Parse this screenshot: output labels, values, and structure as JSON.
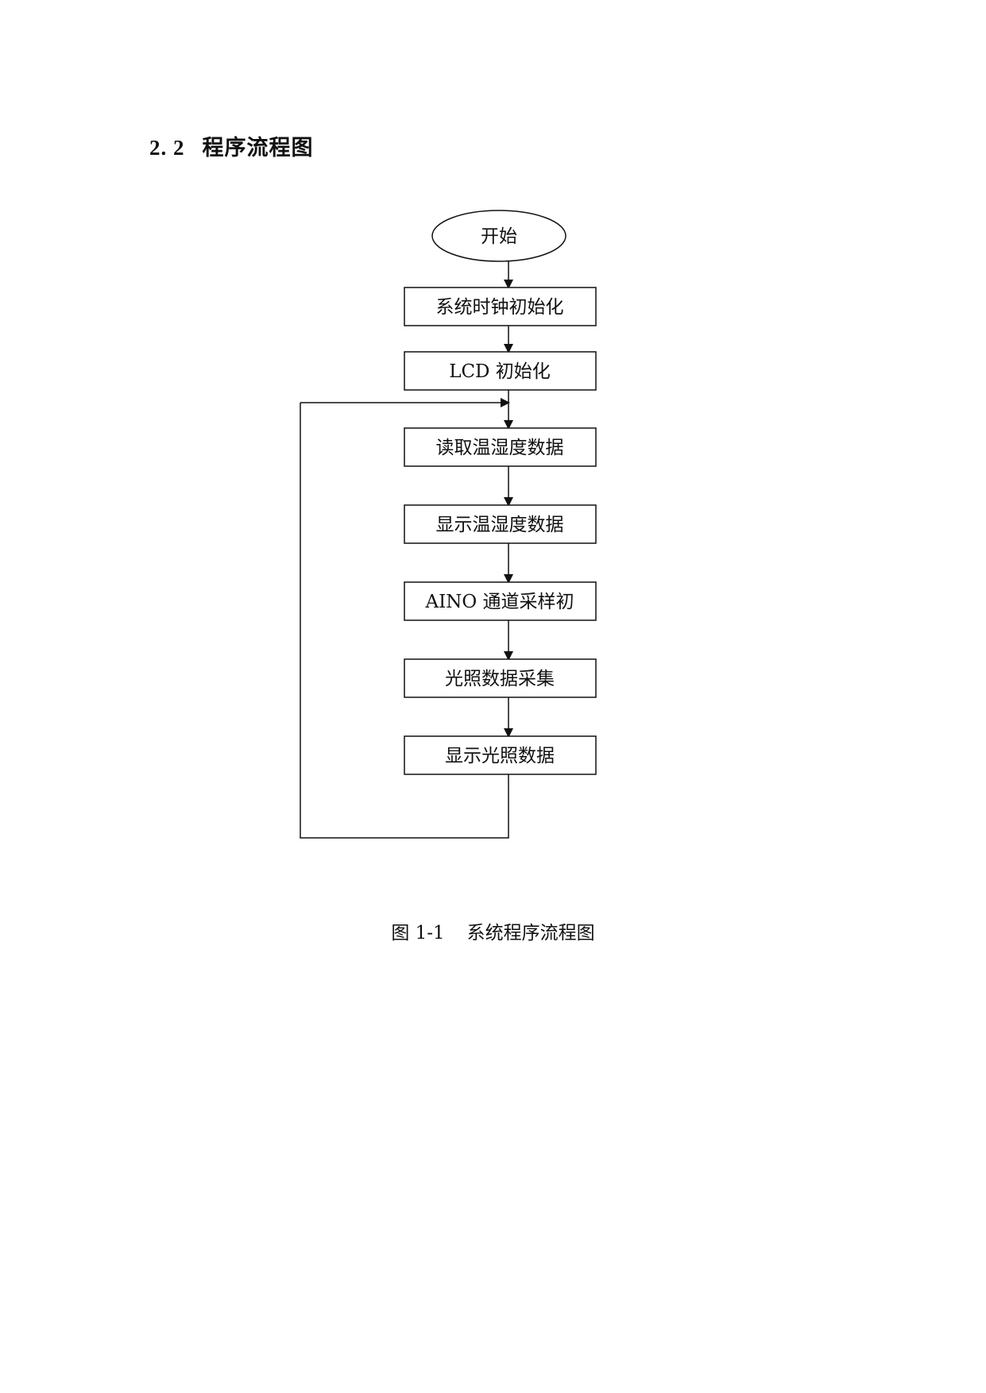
{
  "section": {
    "number": "2. 2",
    "title": "程序流程图"
  },
  "flowchart": {
    "start": "开始",
    "steps": [
      "系统时钟初始化",
      "LCD 初始化",
      "读取温湿度数据",
      "显示温湿度数据",
      "AINO 通道采样初",
      "光照数据采集",
      "显示光照数据"
    ]
  },
  "caption": {
    "figure_number": "图 1-1",
    "title": "系统程序流程图"
  }
}
